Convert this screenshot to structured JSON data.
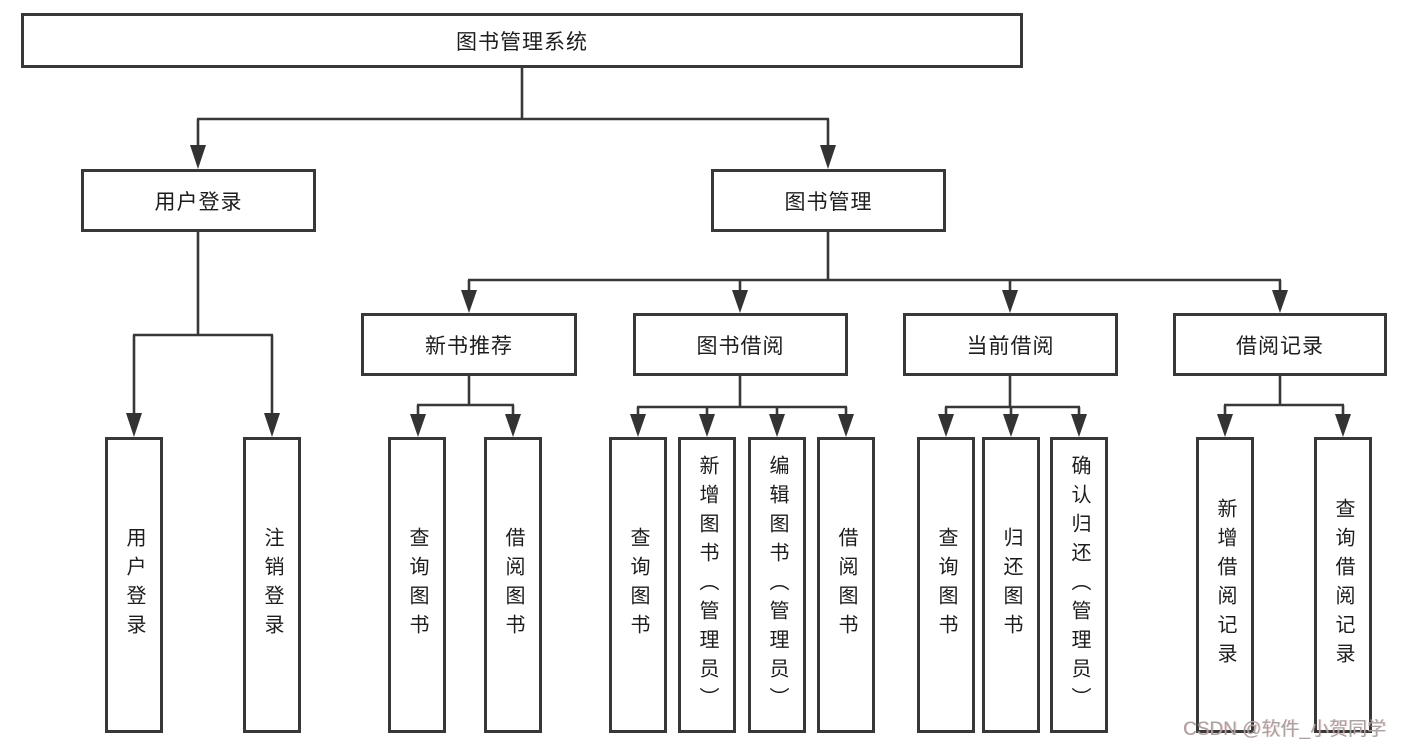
{
  "diagram": {
    "root": {
      "label": "图书管理系统"
    },
    "branches": [
      {
        "label": "用户登录",
        "children": [
          {
            "label": "用户登录"
          },
          {
            "label": "注销登录"
          }
        ]
      },
      {
        "label": "图书管理",
        "children": [
          {
            "label": "新书推荐",
            "children": [
              {
                "label": "查询图书"
              },
              {
                "label": "借阅图书"
              }
            ]
          },
          {
            "label": "图书借阅",
            "children": [
              {
                "label": "查询图书"
              },
              {
                "label": "新增图书（管理员）"
              },
              {
                "label": "编辑图书（管理员）"
              },
              {
                "label": "借阅图书"
              }
            ]
          },
          {
            "label": "当前借阅",
            "children": [
              {
                "label": "查询图书"
              },
              {
                "label": "归还图书"
              },
              {
                "label": "确认归还（管理员）"
              }
            ]
          },
          {
            "label": "借阅记录",
            "children": [
              {
                "label": "新增借阅记录"
              },
              {
                "label": "查询借阅记录"
              }
            ]
          }
        ]
      }
    ]
  },
  "watermark": {
    "text": "CSDN @软件_小贺同学"
  },
  "colors": {
    "line": "#383838",
    "box_border": "#383838",
    "text": "#1d1d1d",
    "watermark": "#a8a2a2",
    "background": "#ffffff"
  }
}
